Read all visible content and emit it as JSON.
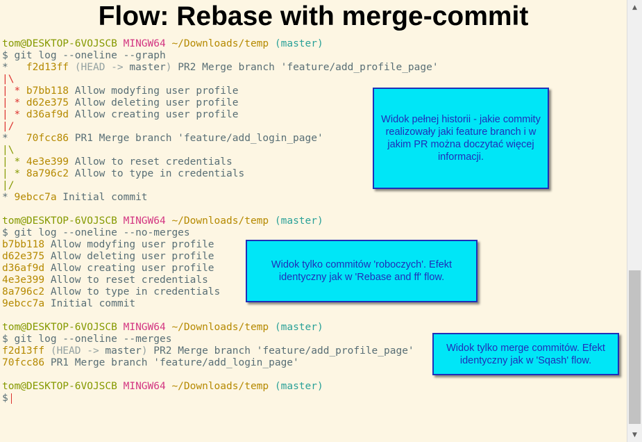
{
  "title": "Flow: Rebase with merge-commit",
  "prompt": {
    "user": "tom@DESKTOP-6VOJSCB",
    "shell": "MINGW64",
    "path": "~/Downloads/temp",
    "branch": "(master)",
    "symbol": "$"
  },
  "cmd1": "git log --oneline --graph",
  "graph": [
    {
      "g": "*   ",
      "hash": "f2d13ff",
      "ref_open": "(",
      "ref_head": "HEAD -> ",
      "ref_branch": "master",
      "ref_close": ")",
      "msg": " PR2 Merge branch 'feature/add_profile_page'"
    },
    {
      "g": "|\\"
    },
    {
      "g": "| * ",
      "hash": "b7bb118",
      "msg": " Allow modyfing user profile"
    },
    {
      "g": "| * ",
      "hash": "d62e375",
      "msg": " Allow deleting user profile"
    },
    {
      "g": "| * ",
      "hash": "d36af9d",
      "msg": " Allow creating user profile"
    },
    {
      "g": "|/"
    },
    {
      "g": "*   ",
      "hash": "70fcc86",
      "msg": " PR1 Merge branch 'feature/add_login_page'"
    },
    {
      "g": "|\\"
    },
    {
      "g": "| * ",
      "hash": "4e3e399",
      "msg": " Allow to reset credentials"
    },
    {
      "g": "| * ",
      "hash": "8a796c2",
      "msg": " Allow to type in credentials"
    },
    {
      "g": "|/"
    },
    {
      "g": "* ",
      "hash": "9ebcc7a",
      "msg": " Initial commit"
    }
  ],
  "cmd2": "git log --oneline --no-merges",
  "nomerges": [
    {
      "hash": "b7bb118",
      "msg": " Allow modyfing user profile"
    },
    {
      "hash": "d62e375",
      "msg": " Allow deleting user profile"
    },
    {
      "hash": "d36af9d",
      "msg": " Allow creating user profile"
    },
    {
      "hash": "4e3e399",
      "msg": " Allow to reset credentials"
    },
    {
      "hash": "8a796c2",
      "msg": " Allow to type in credentials"
    },
    {
      "hash": "9ebcc7a",
      "msg": " Initial commit"
    }
  ],
  "cmd3": "git log --oneline --merges",
  "merges": [
    {
      "hash": "f2d13ff",
      "ref_open": " (",
      "ref_head": "HEAD -> ",
      "ref_branch": "master",
      "ref_close": ")",
      "msg": " PR2 Merge branch 'feature/add_profile_page'"
    },
    {
      "hash": "70fcc86",
      "msg": " PR1 Merge branch 'feature/add_login_page'"
    }
  ],
  "notes": {
    "full": "Widok pełnej historii - jakie commity realizowały jaki feature branch i w jakim PR można doczytać więcej informacji.",
    "nomerges": "Widok tylko commitów 'roboczych'. Efekt identyczny jak w 'Rebase and ff' flow.",
    "merges": "Widok tylko merge commitów. Efekt identyczny jak w 'Sqash' flow."
  },
  "icons": {
    "scroll_up": "▲",
    "scroll_down": "▼"
  },
  "colors": {
    "background": "#fdf6e3",
    "note_bg": "#00e6f7",
    "note_border": "#1f2fb8",
    "green": "#859900",
    "magenta": "#d33682",
    "yellow": "#b58900",
    "cyan": "#2aa198",
    "red": "#dc322f"
  }
}
